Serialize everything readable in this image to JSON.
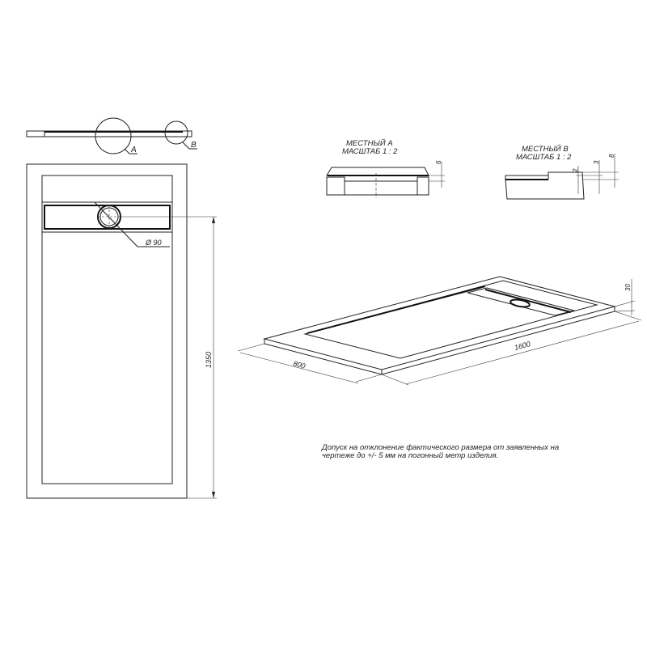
{
  "section_view": {
    "callout_a": "A",
    "callout_b": "B"
  },
  "plan_view": {
    "drain_diameter": "Ø 90",
    "length_dim": "1350"
  },
  "detail_a": {
    "title_line1": "МЕСТНЫЙ А",
    "title_line2": "МАСШТАБ 1 : 2",
    "dim": "6"
  },
  "detail_b": {
    "title_line1": "МЕСТНЫЙ В",
    "title_line2": "МАСШТАБ 1 : 2",
    "dim_2": "2",
    "dim_3": "3",
    "dim_8": "8"
  },
  "iso_view": {
    "width_dim": "800",
    "length_dim": "1600",
    "height_dim": "30"
  },
  "note": {
    "line1": "Допуск на отклонение фактического размера от заявленных на",
    "line2": "чертеже до +/- 5 мм на погонный метр изделия."
  }
}
